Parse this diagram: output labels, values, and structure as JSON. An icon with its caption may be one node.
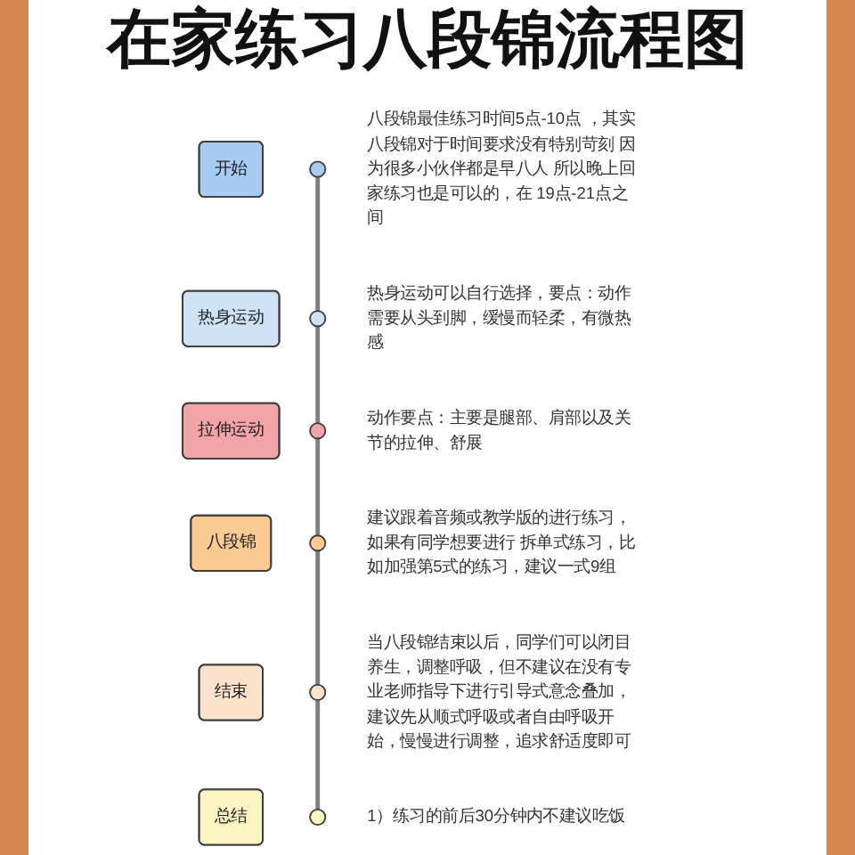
{
  "diagram": {
    "title": "在家练习八段锦流程图",
    "nodes": [
      {
        "text": [
          "开始"
        ]
      },
      {
        "text": [],
        "shape": "circle",
        "beside": [
          "八段锦最佳练习时间5点-10点 ，其实八段锦对于时间要求没有特别苛刻 因为很多小伙伴都是早八人 所以晚上回家练习也是可以的，在 19点-21点之间"
        ]
      },
      {
        "text": [
          "热身运动"
        ]
      },
      {
        "text": [],
        "shape": "circle",
        "beside": [
          "热身运动可以自行选择，要点：动作需要从头到脚，缓慢而轻柔，有微热感"
        ]
      },
      {
        "text": [
          "拉伸运动"
        ]
      },
      {
        "text": [],
        "shape": "circle",
        "beside": [
          "动作要点：主要是腿部、肩部以及关节的拉伸、舒展"
        ]
      },
      {
        "text": [
          "八段锦"
        ]
      },
      {
        "text": [],
        "shape": "circle",
        "beside": [
          "建议跟着音频或教学版的进行练习，如果有同学想要进行 拆单式练习，比如加强第5式的练习，建议一式9组"
        ]
      },
      {
        "text": [
          "结束"
        ]
      },
      {
        "text": [],
        "shape": "circle",
        "beside": [
          "当八段锦结束以后，同学们可以闭目养生，调整呼吸，但不建议在没有专业老师指导下进行引导式意念叠加，建议先从顺式呼吸或者自由呼吸开始，慢慢进行调整，追求舒适度即可"
        ]
      },
      {
        "text": [
          "总结"
        ]
      },
      {
        "text": [],
        "shape": "circle",
        "beside": [
          "1）练习的前后30分钟内不建议吃饭"
        ]
      }
    ],
    "edges": [
      {
        "from": 1,
        "to": 3,
        "arrow": "none"
      },
      {
        "from": 3,
        "to": 5,
        "arrow": "none"
      },
      {
        "from": 5,
        "to": 7,
        "arrow": "none"
      },
      {
        "from": 7,
        "to": 9,
        "arrow": "none"
      },
      {
        "from": 9,
        "to": 11,
        "arrow": "none"
      }
    ]
  }
}
